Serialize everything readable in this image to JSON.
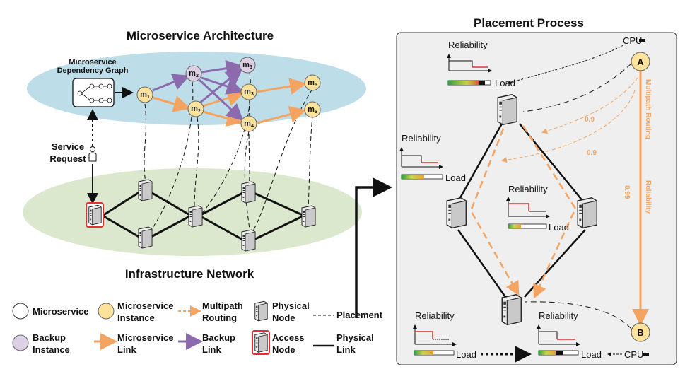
{
  "titles": {
    "architecture": "Microservice Architecture",
    "infrastructure": "Infrastructure Network",
    "placement_process": "Placement Process"
  },
  "left": {
    "dependency_graph_line1": "Microservice",
    "dependency_graph_line2": "Dependency Graph",
    "service_request_line1": "Service",
    "service_request_line2": "Request",
    "nodes": [
      {
        "base": "m",
        "sub": "1"
      },
      {
        "base": "m",
        "sub": "2"
      },
      {
        "base": "m",
        "sub": "2"
      },
      {
        "base": "m",
        "sub": "3"
      },
      {
        "base": "m",
        "sub": "3"
      },
      {
        "base": "m",
        "sub": "4"
      },
      {
        "base": "m",
        "sub": "5"
      },
      {
        "base": "m",
        "sub": "6"
      }
    ]
  },
  "legend": {
    "microservice": "Microservice",
    "instance_line1": "Microservice",
    "instance_line2": "Instance",
    "multipath_line1": "Multipath",
    "multipath_line2": "Routing",
    "physical_node_line1": "Physical",
    "physical_node_line2": "Node",
    "placement": "Placement",
    "backup_line1": "Backup",
    "backup_line2": "Instance",
    "ms_link_line1": "Microservice",
    "ms_link_line2": "Link",
    "backup_link_line1": "Backup",
    "backup_link_line2": "Link",
    "access_node_line1": "Access",
    "access_node_line2": "Node",
    "physical_link_line1": "Physical",
    "physical_link_line2": "Link"
  },
  "right": {
    "reliability": "Reliability",
    "load": "Load",
    "cpu": "CPU",
    "node_a": "A",
    "node_b": "B",
    "multipath_routing": "Multipath Routing",
    "reliability_vertical": "Reliability",
    "val_09a": "0.9",
    "val_09b": "0.9",
    "val_099": "0.99"
  },
  "colors": {
    "orange": "#F4A460",
    "purple": "#8B6AAE",
    "instance_fill": "#FCE29A",
    "backup_fill": "#DCD0E4",
    "top_ellipse": "#BDDDE9",
    "bottom_ellipse": "#DCE8CE",
    "panel": "#EFEFEF"
  }
}
